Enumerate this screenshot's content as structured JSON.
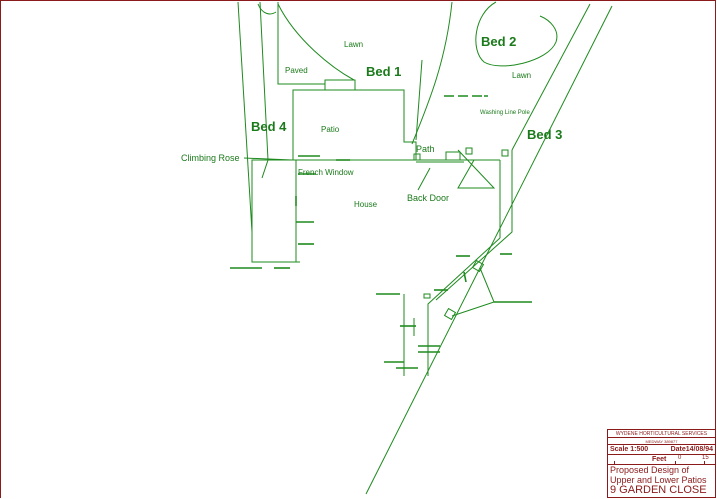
{
  "labels": {
    "lawn_top": "Lawn",
    "bed2": "Bed 2",
    "lawn_right": "Lawn",
    "paved": "Paved",
    "bed1": "Bed 1",
    "washing_line": "Washing Line Pole",
    "bed4": "Bed 4",
    "patio": "Patio",
    "bed3": "Bed 3",
    "path": "Path",
    "climbing_rose": "Climbing Rose",
    "french_window": "French Window",
    "back_door": "Back Door",
    "house": "House"
  },
  "title_block": {
    "company": "WYDENE HORTICULTURAL SERVICES",
    "address": "MEDWAY 389877",
    "scale": "Scale 1:500",
    "date_label": "Date",
    "date": "14/08/94",
    "feet_label": "Feet",
    "feet_zero": "0",
    "feet_max": "15",
    "desc_line1": "Proposed Design of",
    "desc_line2": "Upper and Lower Patios",
    "site_name": "9 GARDEN CLOSE"
  },
  "colors": {
    "plan_lines": "#1e8a1e",
    "labels": "#1b7a1b",
    "frame": "#8b1a1a"
  }
}
